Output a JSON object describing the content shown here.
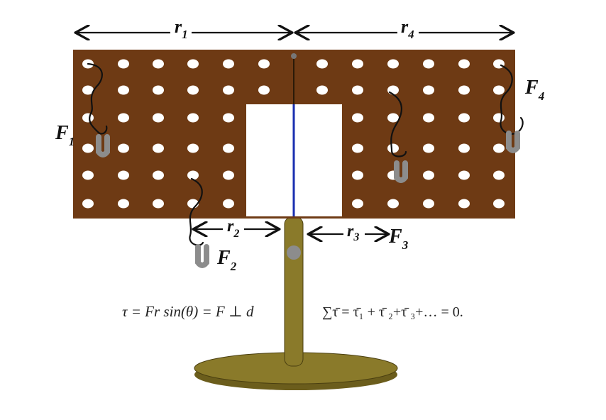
{
  "labels": {
    "r1": "r",
    "r1_sub": "1",
    "r2": "r",
    "r2_sub": "2",
    "r3": "r",
    "r3_sub": "3",
    "r4": "r",
    "r4_sub": "4",
    "F1": "F",
    "F1_sub": "1",
    "F2": "F",
    "F2_sub": "2",
    "F3": "F",
    "F3_sub": "3",
    "F4": "F",
    "F4_sub": "4"
  },
  "equations": {
    "torque_definition": "τ = Fr sin(θ) = F ⊥ d",
    "equilibrium": "∑τ̄ = τ̄₁ + τ̄ ₂+τ̄ ₃+… = 0."
  },
  "colors": {
    "board": "#6e3a14",
    "hole": "#ffffff",
    "stand": "#8a7a2a",
    "stand_dark": "#6b5d1c",
    "pivot_line": "#1a2fb0",
    "weight": "#8c8c8c",
    "arrow": "#111111"
  },
  "icons": {
    "weight": "hanging-mass-icon",
    "pivot": "pivot-pin-icon"
  }
}
